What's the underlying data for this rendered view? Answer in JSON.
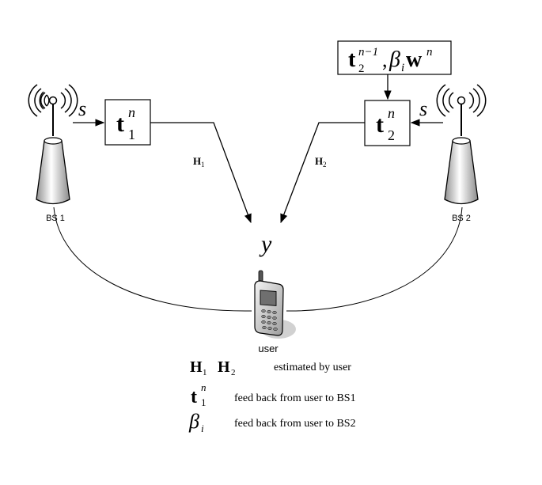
{
  "base_stations": [
    {
      "id": "bs1",
      "label": "BS 1"
    },
    {
      "id": "bs2",
      "label": "BS 2"
    }
  ],
  "input_symbol": "s",
  "precoders": {
    "t1": {
      "base": "t",
      "sup": "n",
      "sub": "1"
    },
    "t2": {
      "base": "t",
      "sup": "n",
      "sub": "2"
    }
  },
  "feedback_box": {
    "t": "t",
    "t_sub": "2",
    "t_sup": "n−1",
    "comma": ",",
    "beta": "β",
    "beta_sub": "i",
    "w": "w",
    "w_sup": "n"
  },
  "channels": {
    "h1": {
      "base": "H",
      "sub": "1"
    },
    "h2": {
      "base": "H",
      "sub": "2"
    }
  },
  "received_signal": "y",
  "user_label": "user",
  "legend": [
    {
      "id": "channels",
      "symbol_a": "H",
      "sub_a": "1",
      "symbol_b": "H",
      "sub_b": "2",
      "text": "estimated by user"
    },
    {
      "id": "t1",
      "symbol": "t",
      "sup": "n",
      "sub": "1",
      "text": "feed back from user to BS1"
    },
    {
      "id": "beta",
      "symbol": "β",
      "sub": "i",
      "text": "feed back from user to BS2"
    }
  ],
  "colors": {
    "stroke": "#000000",
    "tower_light": "#ffffff",
    "tower_shade": "#9a9a9a",
    "phone_body": "#d9d9d9"
  }
}
